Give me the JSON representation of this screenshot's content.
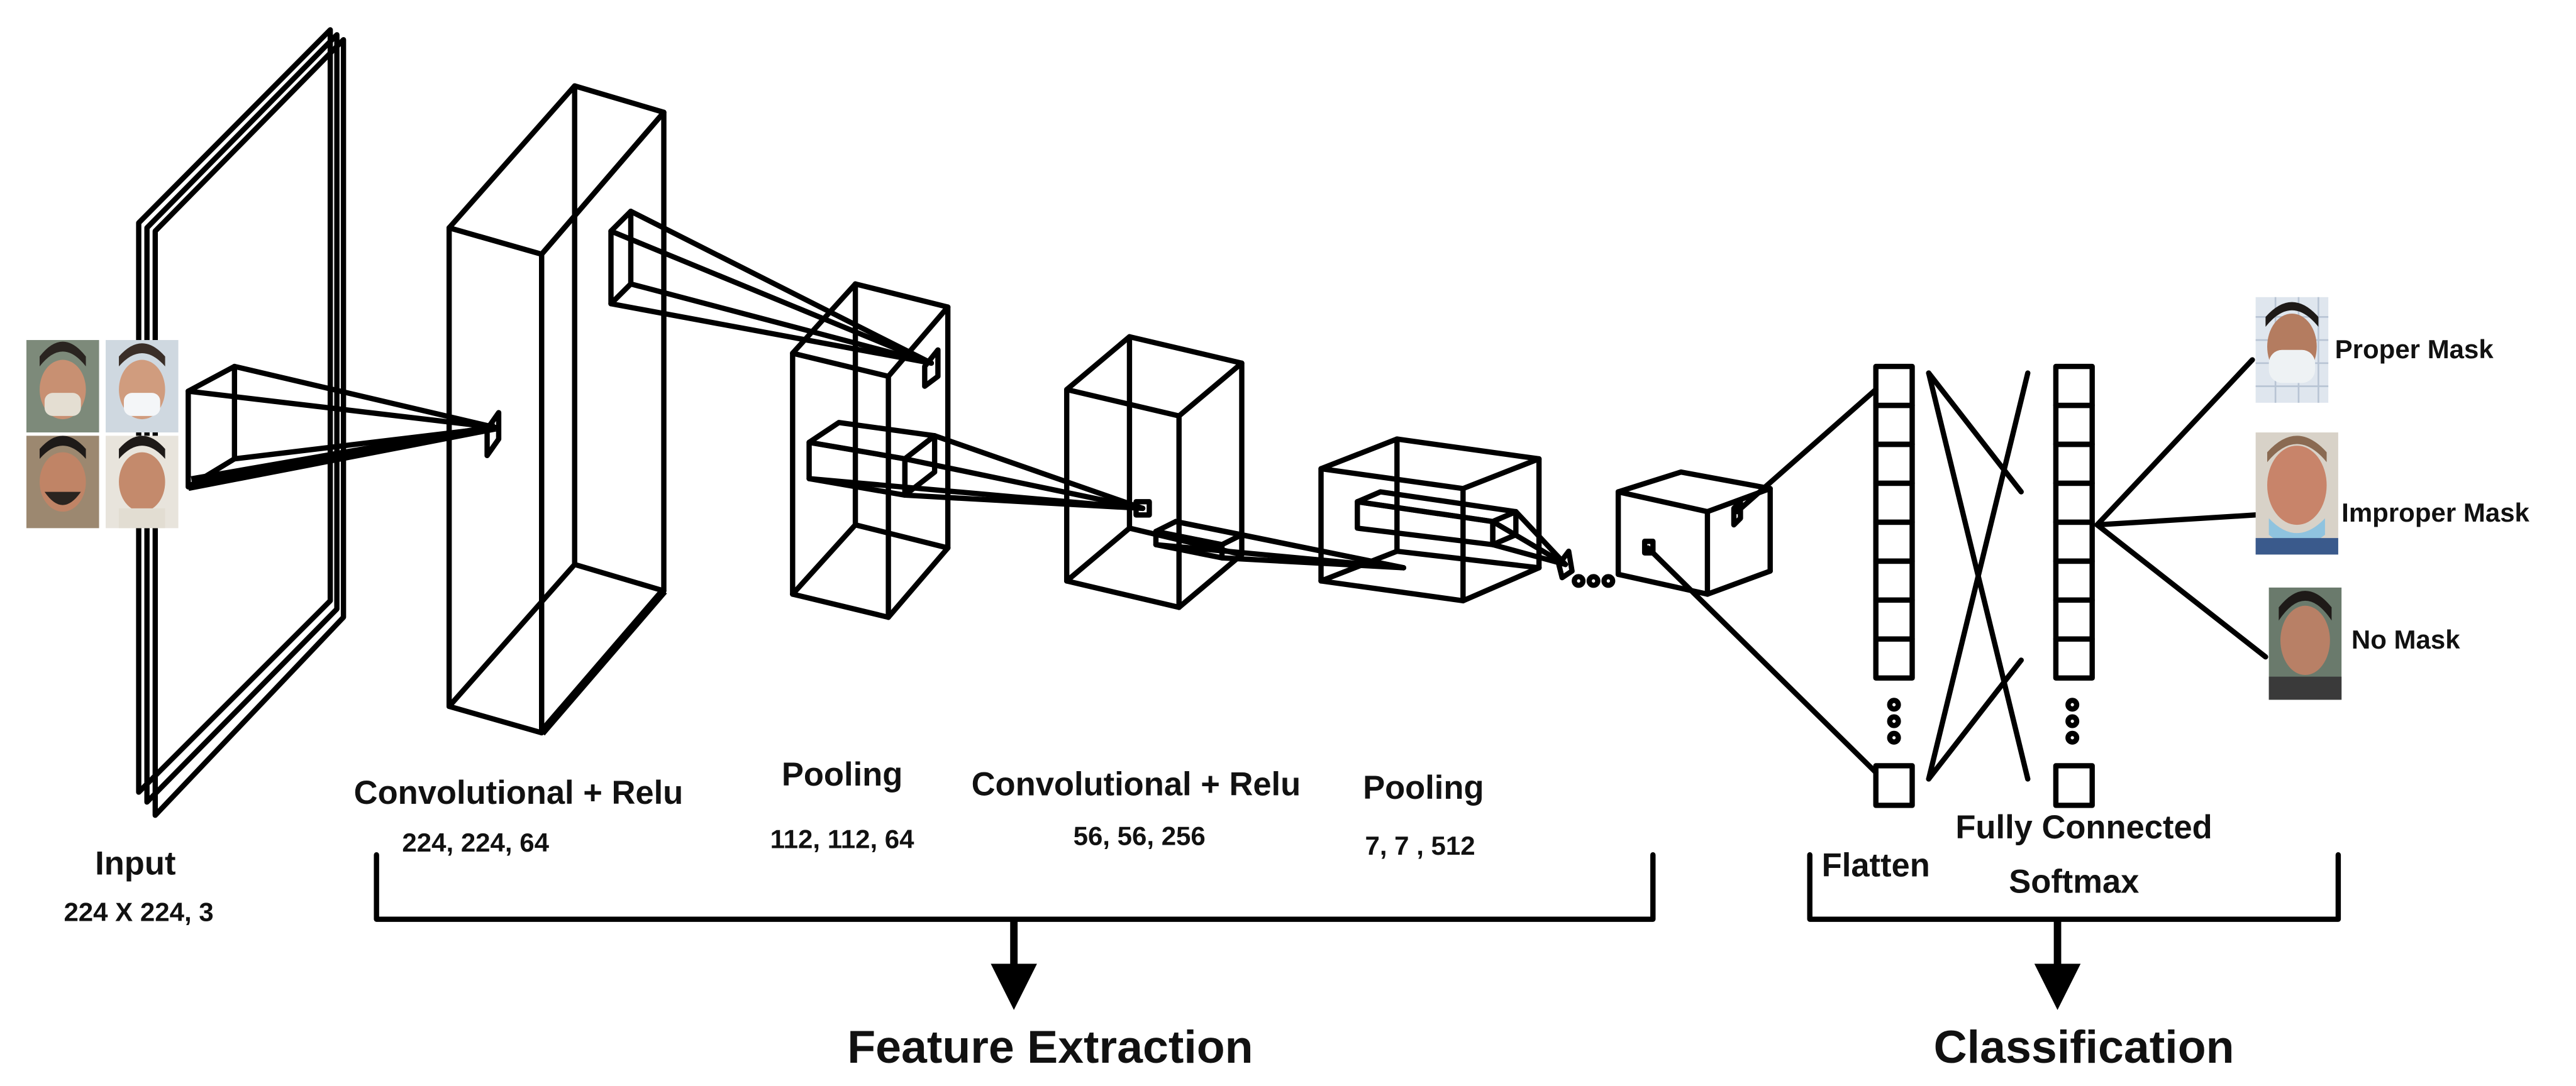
{
  "colors": {
    "line": "#000000",
    "text": "#111111",
    "background": "#ffffff",
    "skin": "#c89072",
    "mask_white": "#eef2f4",
    "mask_blue": "#8fc3df"
  },
  "stages": {
    "input": {
      "name": "Input",
      "dims": "224 X 224, 3"
    },
    "conv1": {
      "name": "Convolutional + Relu",
      "dims": "224, 224, 64"
    },
    "pool1": {
      "name": "Pooling",
      "dims": "112, 112, 64"
    },
    "conv2": {
      "name": "Convolutional + Relu",
      "dims": "56, 56, 256"
    },
    "pool2": {
      "name": "Pooling",
      "dims": "7, 7 , 512"
    },
    "flatten": {
      "name": "Flatten"
    },
    "fc": {
      "name": "Fully Connected",
      "softmax": "Softmax"
    }
  },
  "outputs": [
    "Proper Mask",
    "Improper Mask",
    "No Mask"
  ],
  "groups": {
    "feature_extraction": "Feature Extraction",
    "classification": "Classification"
  },
  "icons": [
    "face-photo-icon",
    "down-arrow-icon",
    "ellipsis-dots-icon"
  ]
}
